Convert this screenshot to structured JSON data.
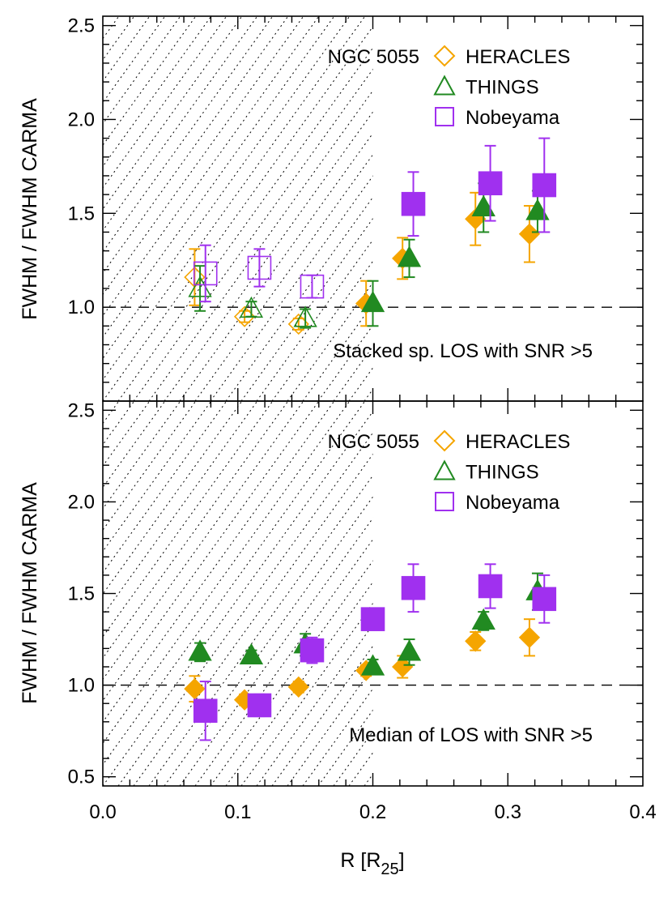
{
  "colors": {
    "heracles": "#f5a500",
    "things": "#218a21",
    "nobeyama": "#a030ef",
    "axis": "#000000"
  },
  "chart_data": [
    {
      "type": "scatter",
      "panel": "top",
      "xlim": [
        0.0,
        0.4
      ],
      "ylim": [
        0.5,
        2.55
      ],
      "yticks": [
        {
          "value": 1.0,
          "label": "1.0"
        },
        {
          "value": 1.5,
          "label": "1.5"
        },
        {
          "value": 2.0,
          "label": "2.0"
        },
        {
          "value": 2.5,
          "label": "2.5"
        }
      ],
      "ylabel": "FWHM / FWHM CARMA",
      "galaxy_label": "NGC 5055",
      "annotation": "Stacked sp. LOS with SNR >5",
      "reference_line": 1.0,
      "hatched_region_x": [
        0.0,
        0.2
      ],
      "legend": {
        "placement": "top-right",
        "entries": [
          "HERACLES",
          "THINGS",
          "Nobeyama"
        ]
      },
      "series": [
        {
          "name": "HERACLES",
          "marker": "diamond",
          "points": [
            {
              "x": 0.068,
              "y": 1.16,
              "err": 0.15,
              "filled": false
            },
            {
              "x": 0.105,
              "y": 0.95,
              "err": 0.03,
              "filled": false
            },
            {
              "x": 0.145,
              "y": 0.91,
              "err": 0.03,
              "filled": false
            },
            {
              "x": 0.195,
              "y": 1.02,
              "err": 0.12,
              "filled": true
            },
            {
              "x": 0.222,
              "y": 1.26,
              "err": 0.11,
              "filled": true
            },
            {
              "x": 0.276,
              "y": 1.47,
              "err": 0.14,
              "filled": true
            },
            {
              "x": 0.316,
              "y": 1.39,
              "err": 0.15,
              "filled": true
            }
          ]
        },
        {
          "name": "THINGS",
          "marker": "triangle",
          "points": [
            {
              "x": 0.072,
              "y": 1.1,
              "err": 0.12,
              "filled": false
            },
            {
              "x": 0.11,
              "y": 0.99,
              "err": 0.04,
              "filled": false
            },
            {
              "x": 0.15,
              "y": 0.94,
              "err": 0.05,
              "filled": false
            },
            {
              "x": 0.2,
              "y": 1.02,
              "err": 0.12,
              "filled": true
            },
            {
              "x": 0.227,
              "y": 1.26,
              "err": 0.1,
              "filled": true
            },
            {
              "x": 0.282,
              "y": 1.53,
              "err": 0.13,
              "filled": true
            },
            {
              "x": 0.322,
              "y": 1.51,
              "err": 0.11,
              "filled": true
            }
          ]
        },
        {
          "name": "Nobeyama",
          "marker": "square",
          "points": [
            {
              "x": 0.076,
              "y": 1.18,
              "err": 0.15,
              "filled": false
            },
            {
              "x": 0.116,
              "y": 1.21,
              "err": 0.1,
              "filled": false
            },
            {
              "x": 0.155,
              "y": 1.11,
              "err": 0.06,
              "filled": false
            },
            {
              "x": 0.23,
              "y": 1.55,
              "err": 0.17,
              "filled": true
            },
            {
              "x": 0.287,
              "y": 1.66,
              "err": 0.2,
              "filled": true
            },
            {
              "x": 0.327,
              "y": 1.65,
              "err": 0.25,
              "filled": true
            }
          ]
        }
      ]
    },
    {
      "type": "scatter",
      "panel": "bottom",
      "xlim": [
        0.0,
        0.4
      ],
      "ylim": [
        0.45,
        2.55
      ],
      "xticks": [
        {
          "value": 0.0,
          "label": "0.0"
        },
        {
          "value": 0.1,
          "label": "0.1"
        },
        {
          "value": 0.2,
          "label": "0.2"
        },
        {
          "value": 0.3,
          "label": "0.3"
        },
        {
          "value": 0.4,
          "label": "0.4"
        }
      ],
      "yticks": [
        {
          "value": 0.5,
          "label": "0.5"
        },
        {
          "value": 1.0,
          "label": "1.0"
        },
        {
          "value": 1.5,
          "label": "1.5"
        },
        {
          "value": 2.0,
          "label": "2.0"
        },
        {
          "value": 2.5,
          "label": "2.5"
        }
      ],
      "xlabel": "R [R",
      "xlabel_sub": "25",
      "xlabel_end": "]",
      "ylabel": "FWHM / FWHM CARMA",
      "galaxy_label": "NGC 5055",
      "annotation": "Median of LOS with SNR >5",
      "reference_line": 1.0,
      "hatched_region_x": [
        0.0,
        0.2
      ],
      "legend": {
        "placement": "top-right",
        "entries": [
          "HERACLES",
          "THINGS",
          "Nobeyama"
        ]
      },
      "series": [
        {
          "name": "HERACLES",
          "marker": "diamond",
          "points": [
            {
              "x": 0.068,
              "y": 0.98,
              "err": 0.07,
              "filled": true
            },
            {
              "x": 0.105,
              "y": 0.92,
              "err": 0.03,
              "filled": true
            },
            {
              "x": 0.145,
              "y": 0.99,
              "err": 0.03,
              "filled": true
            },
            {
              "x": 0.195,
              "y": 1.08,
              "err": 0.03,
              "filled": true
            },
            {
              "x": 0.222,
              "y": 1.1,
              "err": 0.06,
              "filled": true
            },
            {
              "x": 0.276,
              "y": 1.24,
              "err": 0.05,
              "filled": true
            },
            {
              "x": 0.316,
              "y": 1.26,
              "err": 0.1,
              "filled": true
            }
          ]
        },
        {
          "name": "THINGS",
          "marker": "triangle",
          "points": [
            {
              "x": 0.072,
              "y": 1.18,
              "err": 0.05,
              "filled": true
            },
            {
              "x": 0.11,
              "y": 1.16,
              "err": 0.03,
              "filled": true
            },
            {
              "x": 0.15,
              "y": 1.22,
              "err": 0.06,
              "filled": true
            },
            {
              "x": 0.2,
              "y": 1.1,
              "err": 0.04,
              "filled": true
            },
            {
              "x": 0.227,
              "y": 1.18,
              "err": 0.07,
              "filled": true
            },
            {
              "x": 0.282,
              "y": 1.35,
              "err": 0.05,
              "filled": true
            },
            {
              "x": 0.322,
              "y": 1.51,
              "err": 0.1,
              "filled": true
            }
          ]
        },
        {
          "name": "Nobeyama",
          "marker": "square",
          "points": [
            {
              "x": 0.076,
              "y": 0.86,
              "err": 0.16,
              "filled": true
            },
            {
              "x": 0.116,
              "y": 0.89,
              "err": 0.06,
              "filled": true
            },
            {
              "x": 0.155,
              "y": 1.19,
              "err": 0.07,
              "filled": true
            },
            {
              "x": 0.2,
              "y": 1.36,
              "err": 0.04,
              "filled": true
            },
            {
              "x": 0.23,
              "y": 1.53,
              "err": 0.13,
              "filled": true
            },
            {
              "x": 0.287,
              "y": 1.54,
              "err": 0.12,
              "filled": true
            },
            {
              "x": 0.327,
              "y": 1.47,
              "err": 0.13,
              "filled": true
            }
          ]
        }
      ]
    }
  ]
}
